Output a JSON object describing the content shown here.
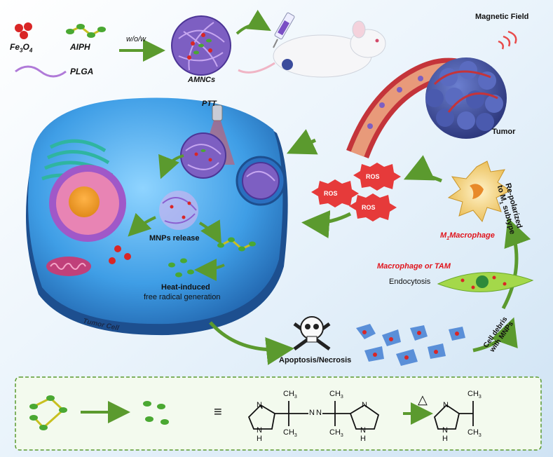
{
  "materials": {
    "fe3o4": {
      "base": "Fe",
      "sub1": "3",
      "mid": "O",
      "sub2": "4"
    },
    "aiph": "AIPH",
    "plga": "PLGA",
    "method": "w/o/w",
    "product": "AMNCs"
  },
  "labels": {
    "magnetic_field": "Magnetic Field",
    "tumor": "Tumor",
    "ptt": "PTT",
    "mnps_release": "MNPs release",
    "heat_induced": "Heat-induced",
    "free_radical": "free radical generation",
    "tumor_cell": "Tumor Cell",
    "apoptosis": "Apoptosis/Necrosis",
    "cell_debris_1": "Cell debris",
    "cell_debris_2": "with MNPs",
    "macrophage_tam": "Macrophage or TAM",
    "endocytosis": "Endocytosis",
    "m1_macrophage": {
      "base": "M",
      "sub": "1",
      "rest": "Macrophage"
    },
    "repolarized_1": "Re-polarized",
    "repolarized_2": {
      "pre": "to M",
      "sub": "1",
      "post": " subtype"
    },
    "ros": "ROS"
  },
  "chemistry": {
    "equiv": "≡",
    "heat": "△",
    "ch3": "CH",
    "three": "3",
    "n": "N",
    "h": "H"
  },
  "colors": {
    "arrow_green": "#5b9a2e",
    "cell_blue": "#2f78c4",
    "ros_red": "#e63a3a",
    "tumor_blue": "#3b4c9c",
    "highlight_red": "#e0141c"
  }
}
